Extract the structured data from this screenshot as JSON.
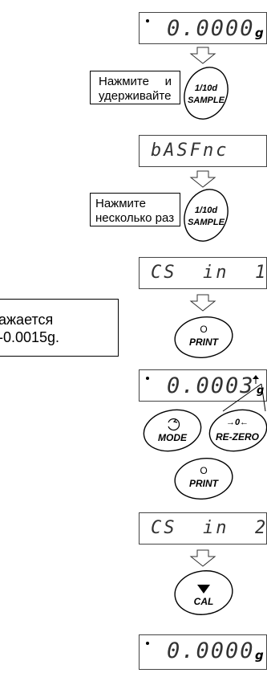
{
  "display1": {
    "text": "0.0000",
    "unit": "g"
  },
  "note1": {
    "left": "Нажмите",
    "right": "и",
    "line2": "удерживайте"
  },
  "btn_sample1": {
    "top": "1/10d",
    "bottom": "SAMPLE"
  },
  "display2": {
    "text": "bASFnc"
  },
  "note2": {
    "line1": "Нажмите",
    "line2": "несколько раз"
  },
  "btn_sample2": {
    "top": "1/10d",
    "bottom": "SAMPLE"
  },
  "display3": {
    "text": "CS  in  1"
  },
  "note3": {
    "line1": "ажается",
    "line2": "-0.0015g."
  },
  "btn_print1": {
    "symbol": "O",
    "label": "PRINT"
  },
  "display4": {
    "text": "0.0003",
    "unit": "g"
  },
  "btn_mode": {
    "label": "MODE"
  },
  "btn_rezero": {
    "symbol": "→0←",
    "label": "RE-ZERO"
  },
  "btn_print2": {
    "symbol": "O",
    "label": "PRINT"
  },
  "display5": {
    "text": "CS  in  2"
  },
  "btn_cal": {
    "label": "CAL"
  },
  "display6": {
    "text": "0.0000",
    "unit": "g"
  }
}
